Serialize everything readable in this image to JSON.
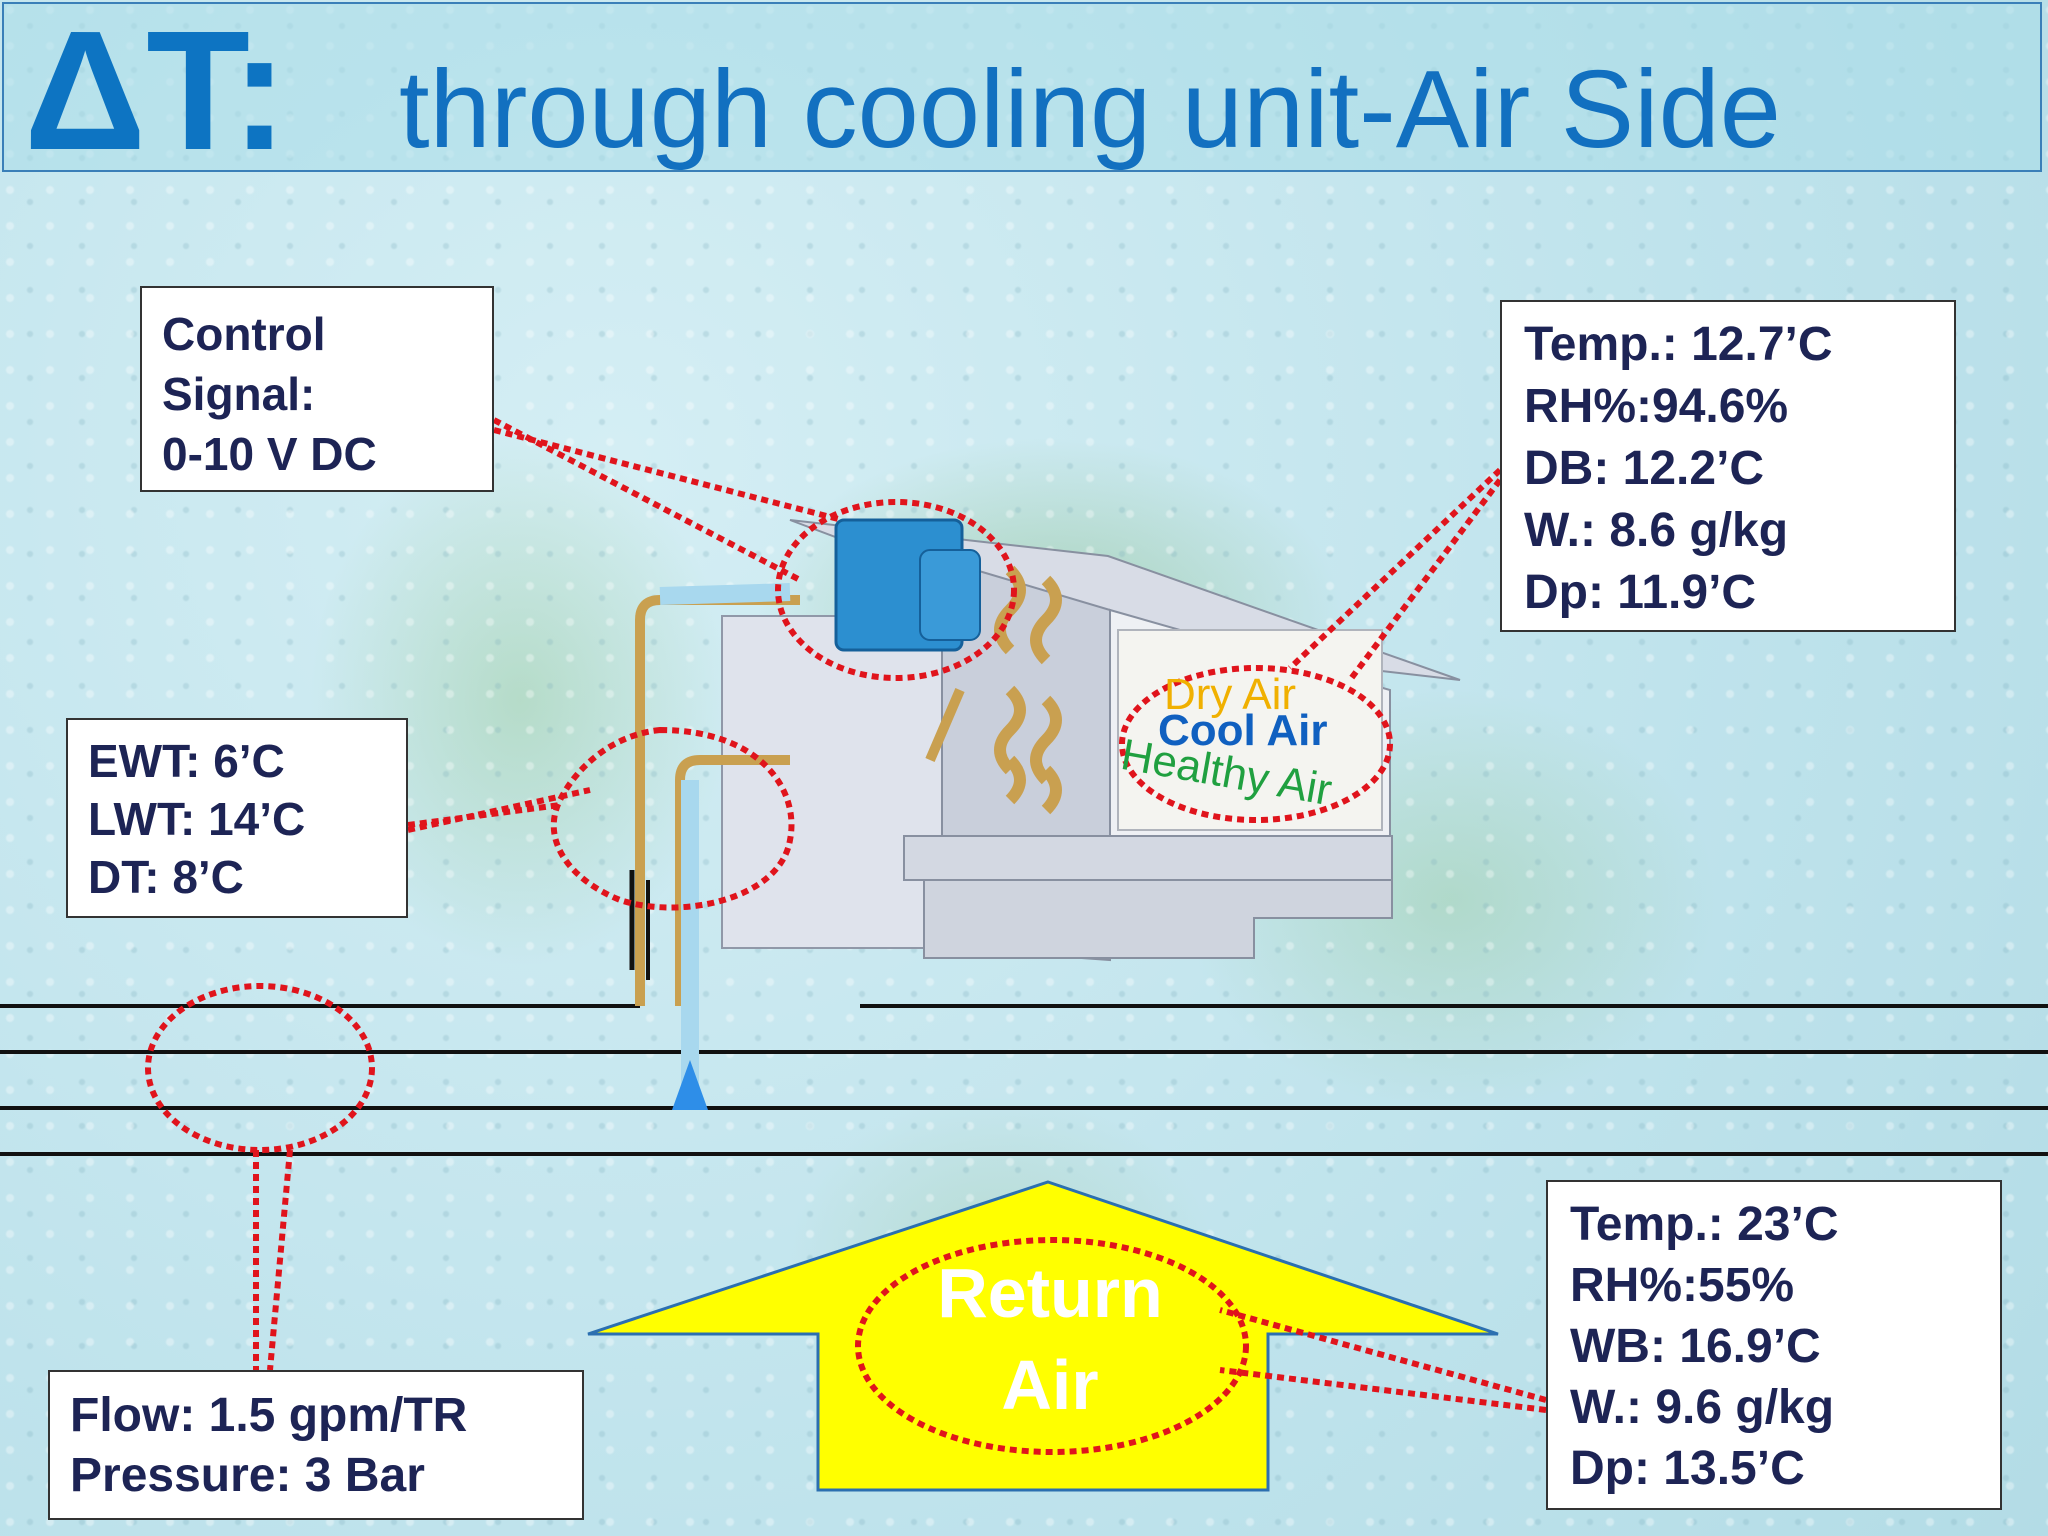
{
  "title": {
    "delta": "ΔT:",
    "rest": "through cooling unit-Air Side"
  },
  "control_box": {
    "lines": [
      "Control",
      "Signal:",
      "0-10 V DC"
    ]
  },
  "supply_air_box": {
    "lines": [
      "Temp.: 12.7’C",
      "RH%:94.6%",
      "DB: 12.2’C",
      "W.: 8.6 g/kg",
      "Dp: 11.9’C"
    ]
  },
  "water_box": {
    "lines": [
      "EWT: 6’C",
      "LWT: 14’C",
      "DT: 8’C"
    ]
  },
  "return_air_box": {
    "lines": [
      "Temp.: 23’C",
      "RH%:55%",
      "WB: 16.9’C",
      "W.: 9.6 g/kg",
      "Dp: 13.5’C"
    ]
  },
  "flow_box": {
    "lines": [
      "Flow: 1.5 gpm/TR",
      "Pressure: 3 Bar"
    ]
  },
  "return_arrow": {
    "lines": [
      "Return",
      "Air"
    ]
  },
  "coil_labels": {
    "dry": "Dry Air",
    "cool": "Cool Air",
    "healthy": "Healthy Air"
  },
  "colors": {
    "accent_blue": "#0d74c2",
    "callout_red": "#e0141c",
    "arrow_yellow": "#ffff00",
    "dry_air": "#f0b000",
    "cool_air": "#1060c0",
    "healthy_air": "#20a040"
  }
}
